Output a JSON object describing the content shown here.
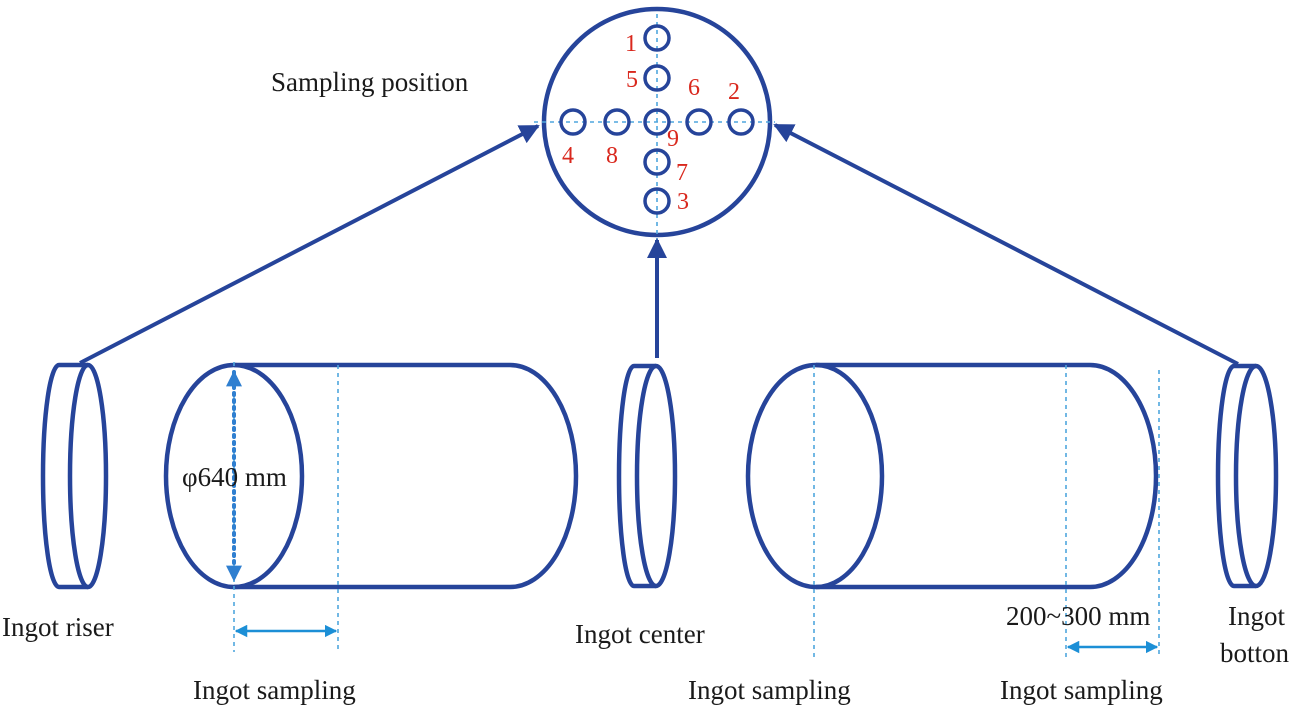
{
  "labels": {
    "sampling_position": "Sampling position",
    "diameter": "φ640 mm",
    "ingot_riser": "Ingot riser",
    "ingot_center": "Ingot center",
    "ingot_sampling_1": "Ingot sampling",
    "ingot_sampling_2": "Ingot sampling",
    "ingot_sampling_3": "Ingot sampling",
    "distance": "200~300 mm",
    "ingot_botton_1": "Ingot",
    "ingot_botton_2": "botton"
  },
  "sample_points": [
    "1",
    "2",
    "3",
    "4",
    "5",
    "6",
    "7",
    "8",
    "9"
  ],
  "colors": {
    "outline": "#26449a",
    "dash": "#4fa6dd",
    "dimension": "#1c8fd6",
    "numbers": "#d9281d",
    "text": "#1a1a1a"
  }
}
